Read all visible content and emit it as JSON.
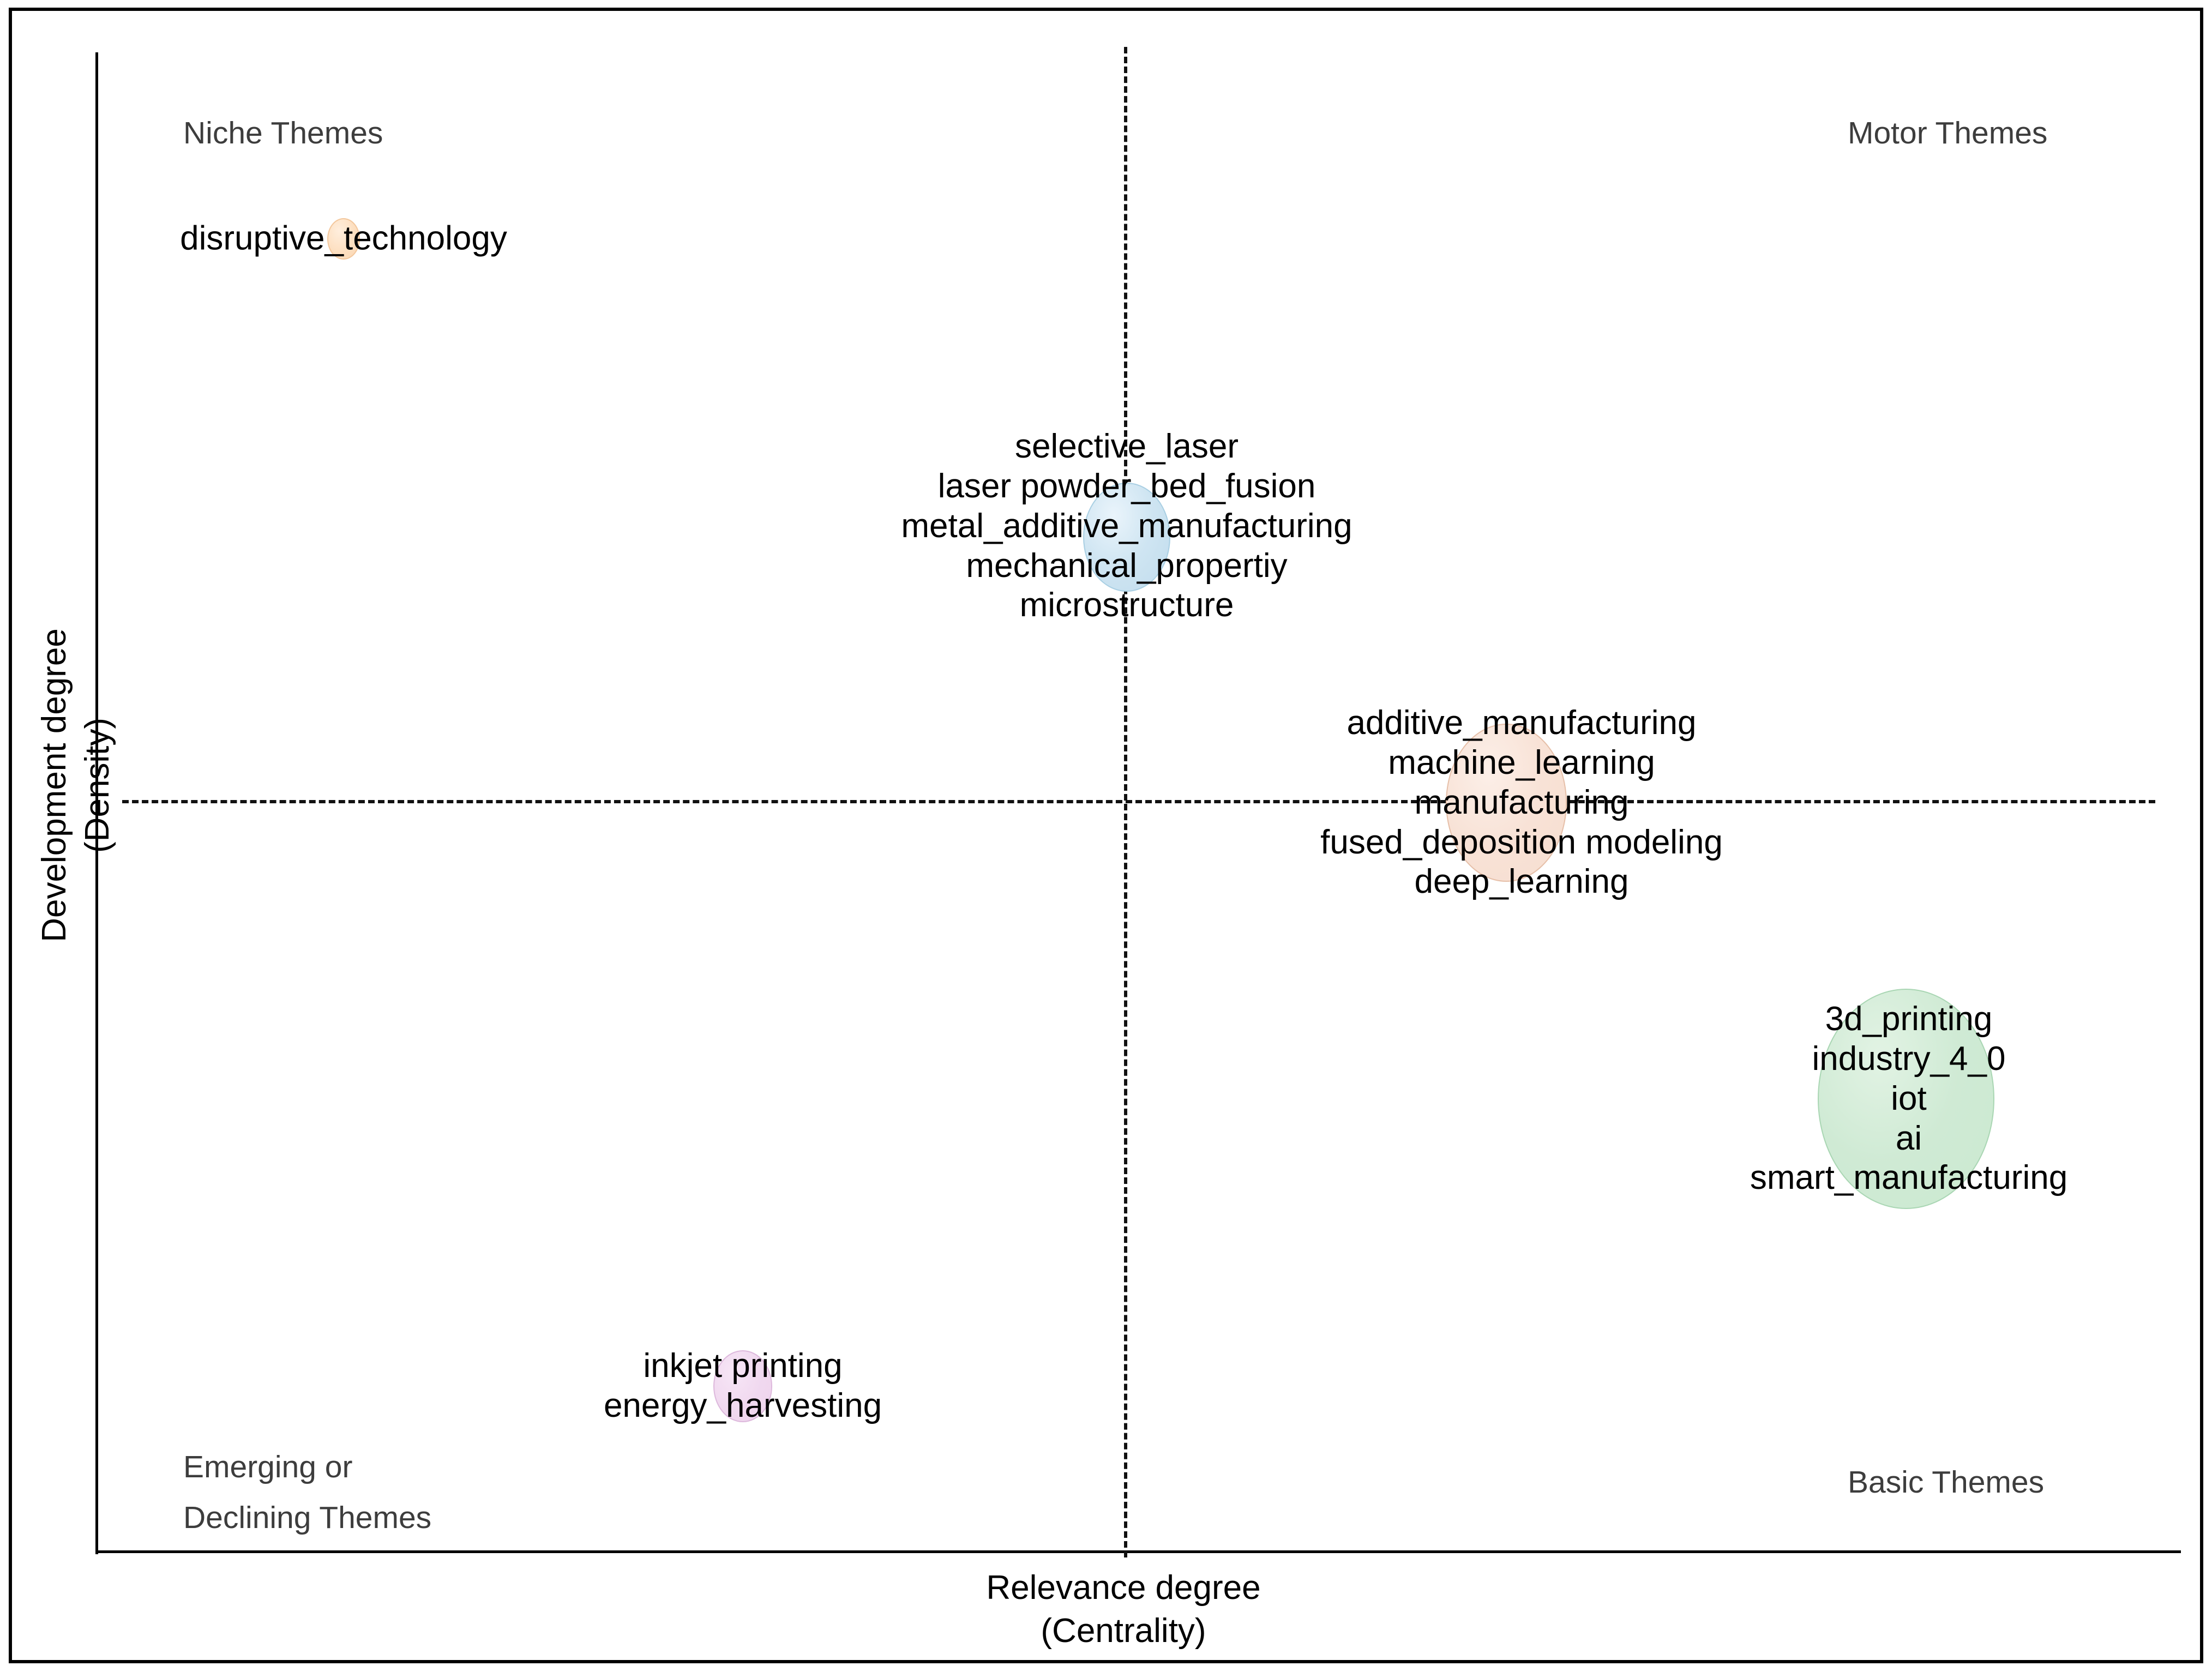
{
  "chart_data": {
    "type": "scatter",
    "title": "",
    "xlabel": "Relevance degree (Centrality)",
    "ylabel": "Development degree (Density)",
    "xlabel_line1": "Relevance degree",
    "xlabel_line2": "(Centrality)",
    "ylabel_line1": "Development degree",
    "ylabel_line2": "(Density)",
    "grid": false,
    "legend": "none",
    "quadrant_labels": {
      "top_left": "Niche Themes",
      "top_right": "Motor Themes",
      "bottom_left": "Emerging or\nDeclining Themes",
      "bottom_right": "Basic Themes"
    },
    "quadrant_divider_x": "median centrality",
    "quadrant_divider_y": "median density",
    "clusters": [
      {
        "id": "disruptive-technology",
        "color": "#fbd7b4",
        "quadrant": "Niche Themes",
        "centrality": 0.12,
        "density": 0.88,
        "size": 1,
        "terms": [
          "disruptive_technology"
        ]
      },
      {
        "id": "metal-additive-manufacturing",
        "color": "#cfe5f2",
        "quadrant": "Niche Themes",
        "centrality": 0.5,
        "density": 0.69,
        "size": 5,
        "terms": [
          "selective_laser",
          "laser powder_bed_fusion",
          "metal_additive_manufacturing",
          "mechanical_propertiy",
          "microstructure"
        ]
      },
      {
        "id": "additive-manufacturing",
        "color": "#f8e2d6",
        "quadrant": "Motor Themes",
        "centrality": 0.68,
        "density": 0.5,
        "size": 5,
        "terms": [
          "additive_manufacturing",
          "machine_learning",
          "manufacturing",
          "fused_deposition modeling",
          "deep_learning"
        ]
      },
      {
        "id": "3d-printing",
        "color": "#cfead4",
        "quadrant": "Basic Themes",
        "centrality": 0.87,
        "density": 0.3,
        "size": 5,
        "terms": [
          "3d_printing",
          "industry_4_0",
          "iot",
          "ai",
          "smart_manufacturing"
        ]
      },
      {
        "id": "inkjet-printing",
        "color": "#f0d8ef",
        "quadrant": "Emerging or Declining Themes",
        "centrality": 0.31,
        "density": 0.11,
        "size": 2,
        "terms": [
          "inkjet printing",
          "energy_harvesting"
        ]
      }
    ]
  },
  "axes": {
    "x_title_line1": "Relevance degree",
    "x_title_line2": "(Centrality)",
    "y_title_line1": "Development degree",
    "y_title_line2": "(Density)"
  },
  "quadrants": {
    "niche": "Niche Themes",
    "motor": "Motor Themes",
    "emerging_line1": "Emerging or",
    "emerging_line2": "Declining Themes",
    "basic": "Basic Themes"
  },
  "clusters": {
    "disruptive": {
      "terms": [
        "disruptive_technology"
      ]
    },
    "metal_am": {
      "terms": [
        "selective_laser",
        "laser powder_bed_fusion",
        "metal_additive_manufacturing",
        "mechanical_propertiy",
        "microstructure"
      ]
    },
    "additive_mfg": {
      "terms": [
        "additive_manufacturing",
        "machine_learning",
        "manufacturing",
        "fused_deposition modeling",
        "deep_learning"
      ]
    },
    "printing_3d": {
      "terms": [
        "3d_printing",
        "industry_4_0",
        "iot",
        "ai",
        "smart_manufacturing"
      ]
    },
    "inkjet": {
      "terms": [
        "inkjet printing",
        "energy_harvesting"
      ]
    }
  },
  "colors": {
    "bubble_blue": "#cfe5f2",
    "bubble_orange": "#f8e2d6",
    "bubble_green": "#cfead4",
    "bubble_pink": "#f0d8ef",
    "bubble_peach": "#fbd7b4",
    "axis": "#000000",
    "quadrant_label": "#3d3d3d"
  }
}
